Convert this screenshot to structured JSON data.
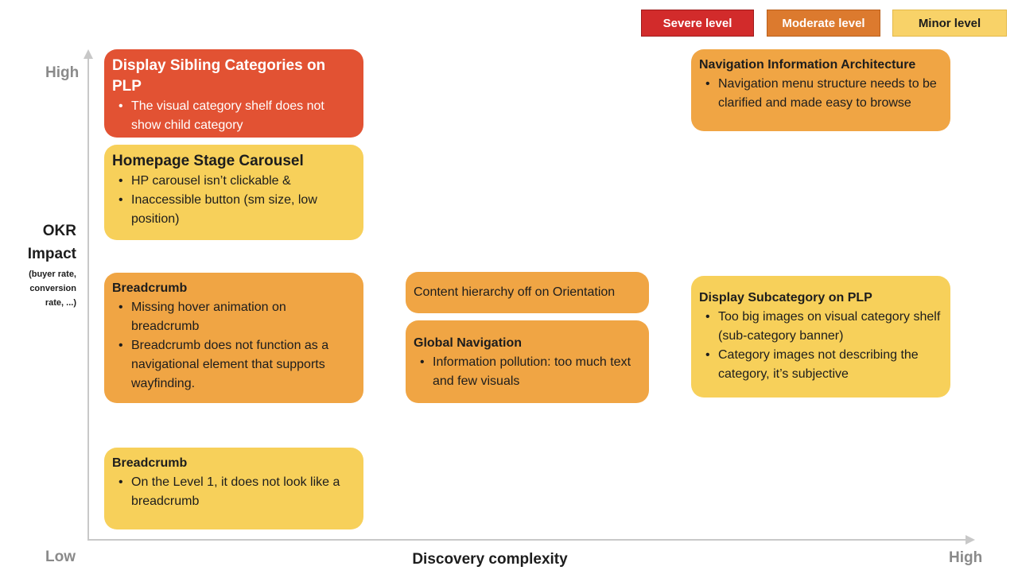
{
  "legend": {
    "severe": "Severe level",
    "moderate": "Moderate level",
    "minor": "Minor level"
  },
  "colors": {
    "severe": "#d22b2b",
    "moderate": "#dc7a2e",
    "minor": "#f8d268",
    "card_severe": "#e25233",
    "card_moderate": "#f0a544",
    "card_minor": "#f7d05a"
  },
  "axes": {
    "y_high": "High",
    "y_low": "Low",
    "x_high": "High",
    "x_title": "Discovery complexity",
    "y_title_line1": "OKR",
    "y_title_line2": "Impact",
    "y_sub_line1": "(buyer rate,",
    "y_sub_line2": "conversion",
    "y_sub_line3": "rate, ...)"
  },
  "cards": {
    "sibling": {
      "level": "severe",
      "title": "Display Sibling Categories on PLP",
      "bullets": [
        "The visual category shelf does not show child category"
      ]
    },
    "carousel": {
      "level": "minor",
      "title": "Homepage Stage Carousel",
      "bullets": [
        "HP carousel isn’t clickable &",
        "Inaccessible button (sm size, low position)"
      ]
    },
    "breadcrumb_moderate": {
      "level": "moderate",
      "title": "Breadcrumb",
      "bullets": [
        "Missing hover animation on breadcrumb",
        "Breadcrumb does not function as a navigational element that supports wayfinding."
      ]
    },
    "breadcrumb_minor": {
      "level": "minor",
      "title": "Breadcrumb",
      "bullets": [
        "On the Level 1, it does not look like a breadcrumb"
      ]
    },
    "content_hierarchy": {
      "level": "moderate",
      "text": "Content hierarchy off on Orientation"
    },
    "global_nav": {
      "level": "moderate",
      "title": "Global Navigation",
      "bullets": [
        "Information pollution: too much text and few visuals"
      ]
    },
    "nav_ia": {
      "level": "moderate",
      "title": "Navigation Information Architecture",
      "bullets": [
        "Navigation menu structure needs to be clarified and made easy to browse"
      ]
    },
    "subcategory": {
      "level": "minor",
      "title": "Display Subcategory on PLP",
      "bullets": [
        "Too big images on visual category shelf (sub-category banner)",
        "Category images not describing the category, it’s subjective"
      ]
    }
  }
}
